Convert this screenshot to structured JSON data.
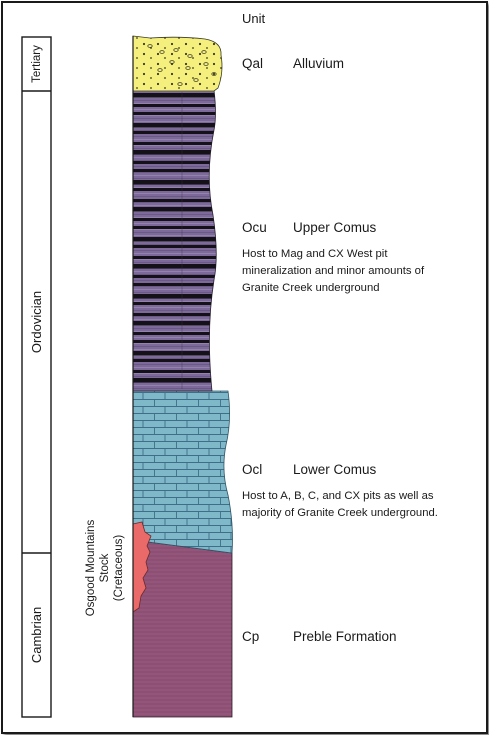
{
  "header": {
    "unit_label": "Unit"
  },
  "periods": [
    {
      "name": "Tertiary"
    },
    {
      "name": "Ordovician"
    },
    {
      "name": "Cambrian"
    }
  ],
  "intrusion_label": {
    "line1": "Osgood Mountains",
    "line2": "Stock",
    "line3": "(Cretaceous)"
  },
  "units": [
    {
      "code": "Qal",
      "name": "Alluvium",
      "description": []
    },
    {
      "code": "Ocu",
      "name": "Upper Comus",
      "description": [
        "Host to Mag and CX West pit",
        "mineralization and minor amounts of",
        "Granite Creek underground"
      ]
    },
    {
      "code": "Ocl",
      "name": "Lower Comus",
      "description": [
        "Host to A, B, C, and CX pits as well as",
        "majority of Granite Creek underground."
      ]
    },
    {
      "code": "Cp",
      "name": "Preble Formation",
      "description": []
    }
  ],
  "colors": {
    "alluvium": "#f5ef7e",
    "upper_comus": "#7d6a9b",
    "upper_comus_band": "#151118",
    "lower_comus": "#7fb8c9",
    "lower_comus_line": "#3f6f86",
    "preble": "#8d4f74",
    "stock": "#ea6a6a"
  }
}
